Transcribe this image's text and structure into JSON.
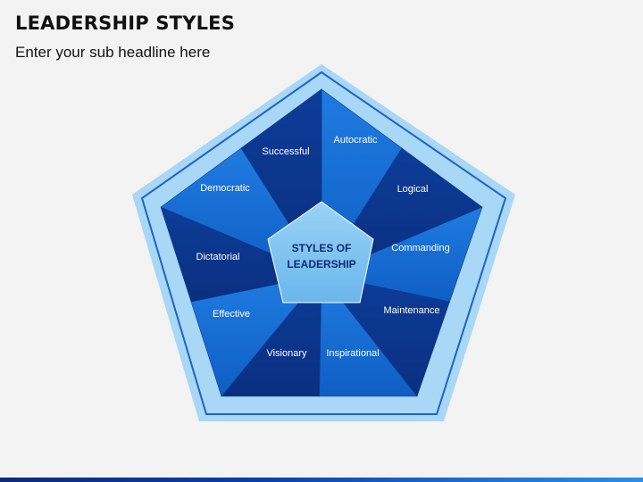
{
  "header": {
    "title": "LEADERSHIP STYLES",
    "subtitle": "Enter your sub headline here"
  },
  "diagram": {
    "center": {
      "line1": "STYLES OF",
      "line2": "LEADERSHIP"
    },
    "styles": [
      {
        "label": "Autocratic"
      },
      {
        "label": "Logical"
      },
      {
        "label": "Commanding"
      },
      {
        "label": "Maintenance"
      },
      {
        "label": "Inspirational"
      },
      {
        "label": "Visionary"
      },
      {
        "label": "Effective"
      },
      {
        "label": "Dictatorial"
      },
      {
        "label": "Democratic"
      },
      {
        "label": "Successful"
      }
    ]
  },
  "colors": {
    "outer_light": "#a9d7f6",
    "outer_line": "#1e63c8",
    "segment_dark": "#0d3c98",
    "segment_light": "#1a73d6",
    "center_fill": "#7cc2f0"
  }
}
